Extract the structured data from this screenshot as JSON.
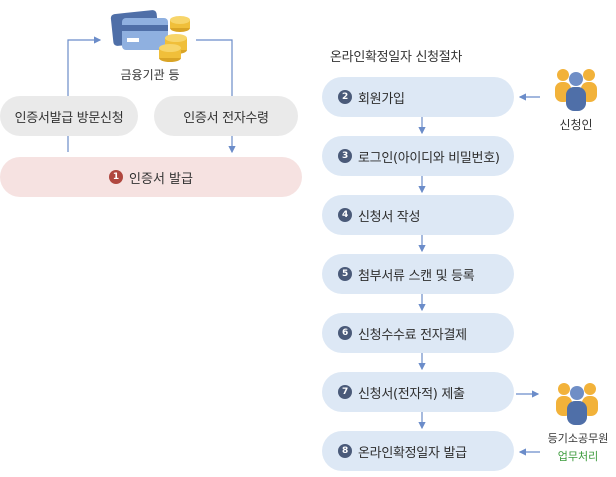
{
  "left": {
    "institution_label": "금융기관 등",
    "visit_label": "인증서발급 방문신청",
    "electronic_label": "인증서 전자수령",
    "issue": {
      "number": "1",
      "label": "인증서 발급"
    }
  },
  "right": {
    "title": "온라인확정일자 신청절차",
    "steps": [
      {
        "number": "2",
        "label": "회원가입"
      },
      {
        "number": "3",
        "label": "로그인(아이디와 비밀번호)"
      },
      {
        "number": "4",
        "label": "신청서 작성"
      },
      {
        "number": "5",
        "label": "첨부서류 스캔 및 등록"
      },
      {
        "number": "6",
        "label": "신청수수료 전자결제"
      },
      {
        "number": "7",
        "label": "신청서(전자적) 제출"
      },
      {
        "number": "8",
        "label": "온라인확정일자 발급"
      }
    ],
    "applicant_label": "신청인",
    "officer_label": "등기소공무원",
    "officer_sub_label": "업무처리"
  },
  "colors": {
    "arrow": "#6b8cc9",
    "step_bg": "#dde8f5",
    "pink_bg": "#f6e2e1",
    "gray_bg": "#eaeaea",
    "number_dark": "#4a5a79",
    "number_red": "#b0473f",
    "sub_label_green": "#3a9a3a"
  },
  "icons": [
    "card-and-coins-icon",
    "people-icon"
  ]
}
